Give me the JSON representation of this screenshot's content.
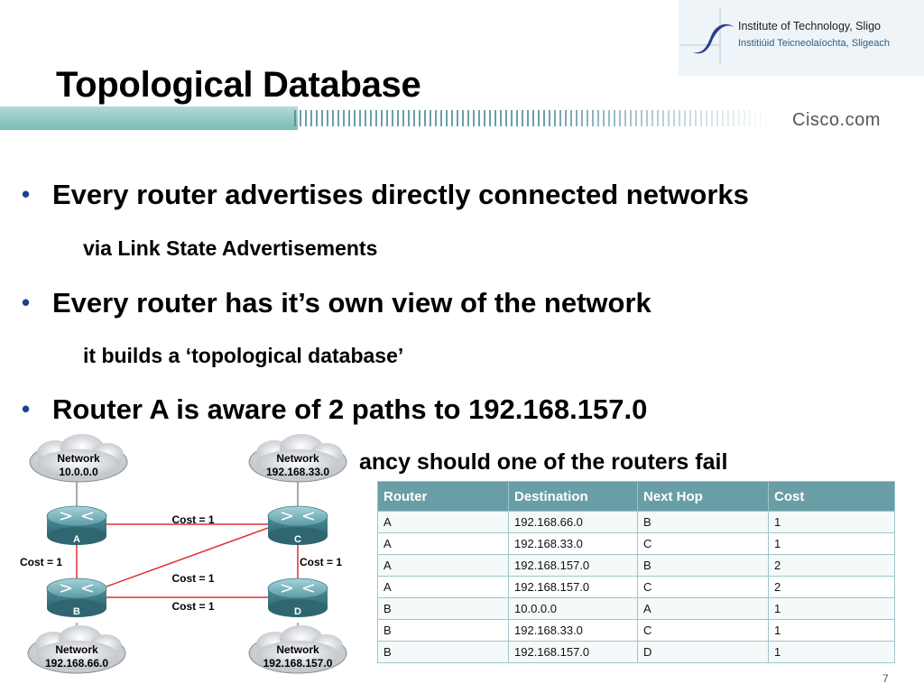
{
  "logo": {
    "line1": "Institute of Technology, Sligo",
    "line2": "Institiúid Teicneolaíochta, Sligeach"
  },
  "header": {
    "title": "Topological Database",
    "brand": "Cisco.com"
  },
  "bullets": [
    {
      "text": "Every router advertises directly connected networks",
      "sub": "via Link State Advertisements"
    },
    {
      "text": "Every router has it’s own view of the network",
      "sub": "it builds a ‘topological database’"
    },
    {
      "text": "Router A is aware of 2 paths to 192.168.157.0",
      "sub": "ancy should one of the routers fail"
    }
  ],
  "bullet_symbol": "•",
  "diagram": {
    "networks": [
      {
        "title": "Network",
        "address": "10.0.0.0"
      },
      {
        "title": "Network",
        "address": "192.168.33.0"
      },
      {
        "title": "Network",
        "address": "192.168.66.0"
      },
      {
        "title": "Network",
        "address": "192.168.157.0"
      }
    ],
    "routers": [
      "A",
      "C",
      "B",
      "D"
    ],
    "links": [
      {
        "label": "Cost = 1"
      },
      {
        "label": "Cost = 1"
      },
      {
        "label": "Cost = 1"
      },
      {
        "label": "Cost = 1"
      },
      {
        "label": "Cost = 1"
      }
    ],
    "router_icon": "router-icon",
    "cloud_icon": "cloud-icon",
    "link_color": "#e03030"
  },
  "table": {
    "headers": [
      "Router",
      "Destination",
      "Next Hop",
      "Cost"
    ],
    "rows": [
      [
        "A",
        "192.168.66.0",
        "B",
        "1"
      ],
      [
        "A",
        "192.168.33.0",
        "C",
        "1"
      ],
      [
        "A",
        "192.168.157.0",
        "B",
        "2"
      ],
      [
        "A",
        "192.168.157.0",
        "C",
        "2"
      ],
      [
        "B",
        "10.0.0.0",
        "A",
        "1"
      ],
      [
        "B",
        "192.168.33.0",
        "C",
        "1"
      ],
      [
        "B",
        "192.168.157.0",
        "D",
        "1"
      ]
    ]
  },
  "colors": {
    "accent": "#1b3f91",
    "table_header": "#6a9ea6",
    "band": "#79bcb6"
  },
  "page_number": "7"
}
